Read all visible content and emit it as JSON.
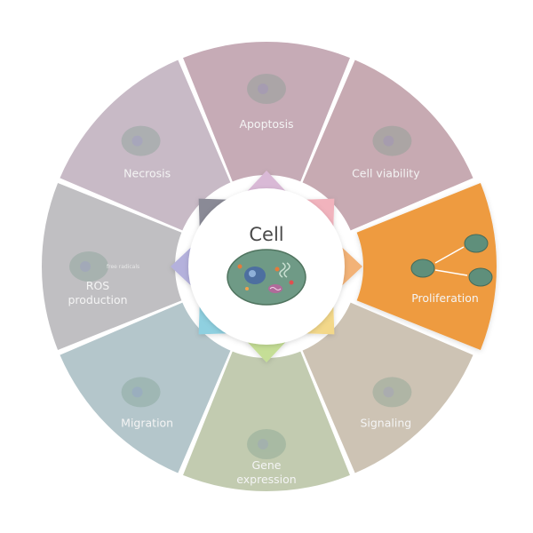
{
  "center": {
    "title": "Cell"
  },
  "segments": [
    {
      "key": "apoptosis",
      "label": "Apoptosis",
      "color": "#c6abb6",
      "active": false
    },
    {
      "key": "cell-viability",
      "label": "Cell viability",
      "color": "#c7aab2",
      "active": false
    },
    {
      "key": "proliferation",
      "label": "Proliferation",
      "color": "#ee9b3f",
      "active": true
    },
    {
      "key": "signaling",
      "label": "Signaling",
      "color": "#cdc3b4",
      "active": false
    },
    {
      "key": "gene-expression",
      "label": "Gene\nexpression",
      "color": "#c2cbb0",
      "active": false
    },
    {
      "key": "migration",
      "label": "Migration",
      "color": "#b4c6cb",
      "active": false
    },
    {
      "key": "ros-production",
      "label": "ROS\nproduction",
      "color": "#c0bfc2",
      "active": false
    },
    {
      "key": "necrosis",
      "label": "Necrosis",
      "color": "#c8bac6",
      "active": false
    }
  ],
  "annotations": {
    "free_radicals": "free radicals"
  },
  "colors": {
    "ring_gap": "#ffffff",
    "cell_body": "#6f9a86",
    "nucleus": "#4d6fa0",
    "mitochondria": "#b06a9a"
  }
}
